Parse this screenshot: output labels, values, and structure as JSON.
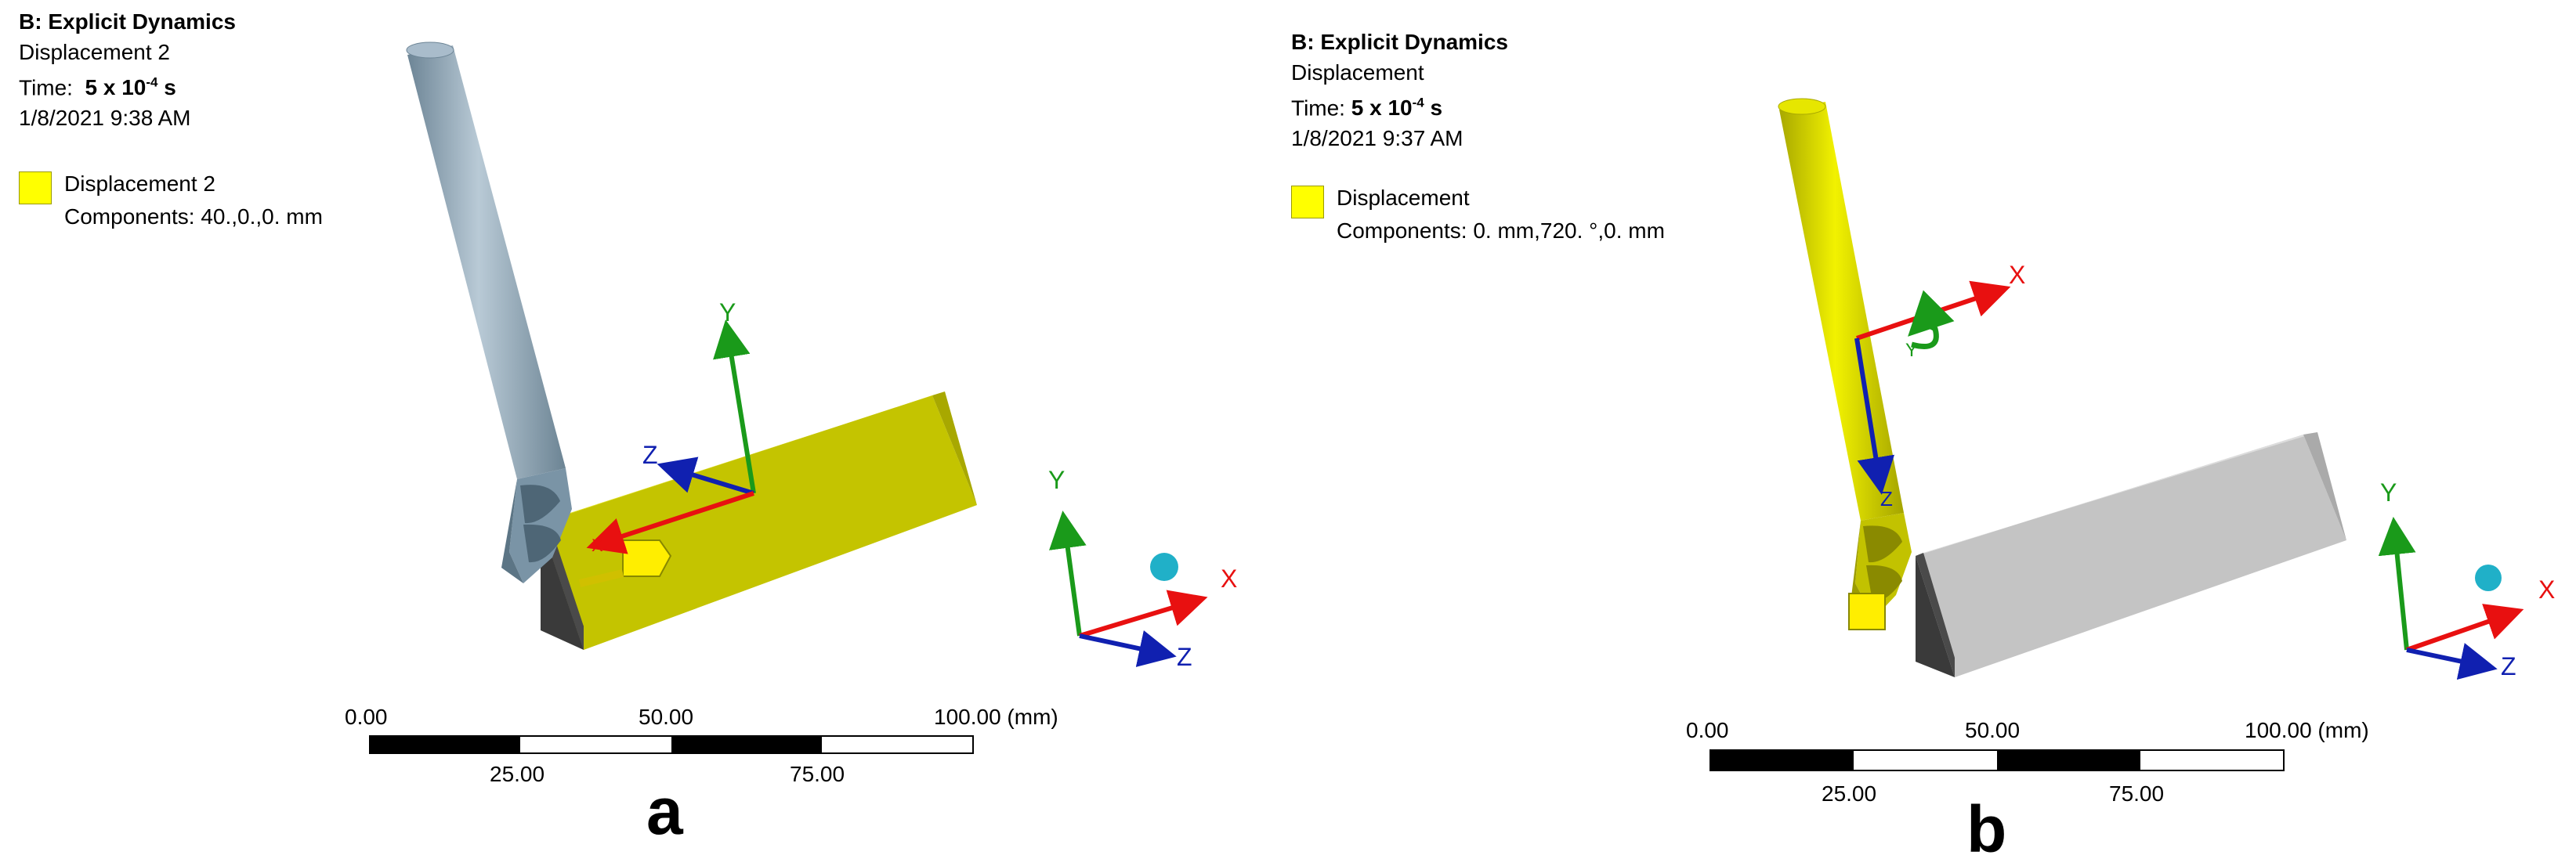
{
  "panels": [
    {
      "letter": "a",
      "header": {
        "title": "B: Explicit Dynamics",
        "subtitle": "Displacement 2",
        "time_label": "Time:",
        "time_value": "5 x 10",
        "time_exp": "-4",
        "time_unit": " s",
        "date": "1/8/2021 9:38 AM"
      },
      "legend": {
        "name": "Displacement 2",
        "components": "Components: 40.,0.,0. mm",
        "color": "#ffff00"
      },
      "scale": {
        "top_labels": [
          "0.00",
          "50.00",
          "100.00 (mm)"
        ],
        "bottom_labels": [
          "25.00",
          "75.00"
        ]
      },
      "triad": {
        "x": "X",
        "y": "Y",
        "z": "Z"
      },
      "local_axes": {
        "x": "X",
        "y": "Y",
        "z": "Z"
      }
    },
    {
      "letter": "b",
      "header": {
        "title": "B: Explicit Dynamics",
        "subtitle": "Displacement",
        "time_label": "Time:",
        "time_value": "5 x 10",
        "time_exp": "-4",
        "time_unit": " s",
        "date": "1/8/2021 9:37 AM"
      },
      "legend": {
        "name": "Displacement",
        "components": "Components: 0. mm,720. °,0. mm",
        "color": "#ffff00"
      },
      "scale": {
        "top_labels": [
          "0.00",
          "50.00",
          "100.00 (mm)"
        ],
        "bottom_labels": [
          "25.00",
          "75.00"
        ]
      },
      "triad": {
        "x": "X",
        "y": "Y",
        "z": "Z"
      },
      "local_axes": {
        "x": "X",
        "y": "Y",
        "z": "Z"
      }
    }
  ],
  "colors": {
    "axis_x": "#e81010",
    "axis_y": "#1a9a1a",
    "axis_z": "#1020b0",
    "workpiece_yellow": "#cccc00",
    "workpiece_gray": "#c0c0c0",
    "tool_blue_gray": "#8fa6b8",
    "tool_yellow": "#d9d900",
    "triad_ball": "#20b0c8"
  }
}
